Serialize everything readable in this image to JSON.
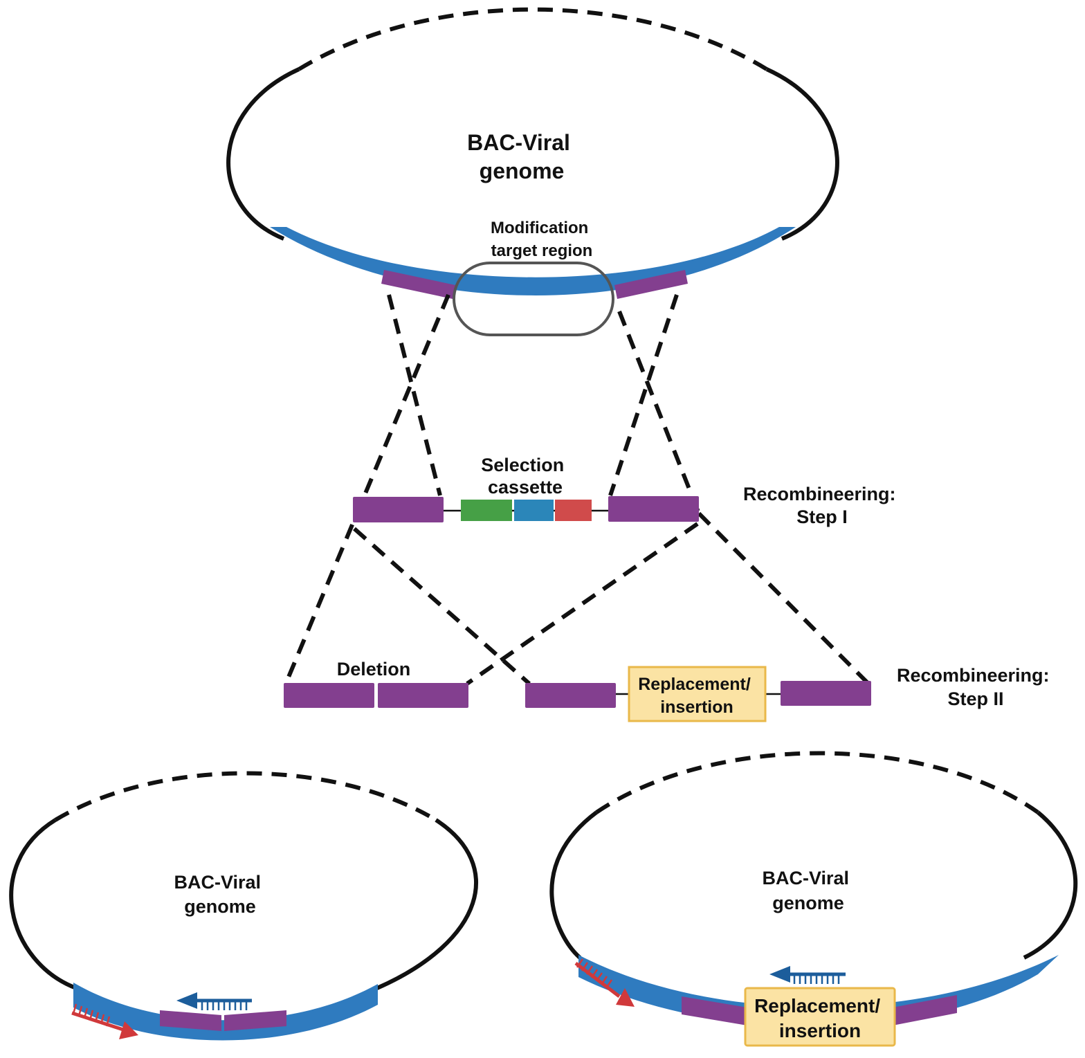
{
  "labels": {
    "top_genome": [
      "BAC-Viral",
      "genome"
    ],
    "target_region": [
      "Modification",
      "target region"
    ],
    "selection_cassette": [
      "Selection",
      "cassette"
    ],
    "step1": [
      "Recombineering:",
      "Step I"
    ],
    "deletion": "Deletion",
    "replacement_mid": [
      "Replacement/",
      "insertion"
    ],
    "step2": [
      "Recombineering:",
      "Step II"
    ],
    "bottom_left_genome": [
      "BAC-Viral",
      "genome"
    ],
    "bottom_right_genome": [
      "BAC-Viral",
      "genome"
    ],
    "replacement_bottom": [
      "Replacement/",
      "insertion"
    ]
  },
  "colors": {
    "backbone": "#2f7bbf",
    "homology_arm": "#833f8f",
    "cassette_green": "#46a046",
    "cassette_blue": "#2b86b9",
    "cassette_red": "#d04b4b",
    "insert_fill": "#fbe3a4",
    "insert_border": "#e9b84a",
    "primer_forward": "#d0393b",
    "primer_reverse": "#1c5d9b",
    "line": "#111111"
  }
}
